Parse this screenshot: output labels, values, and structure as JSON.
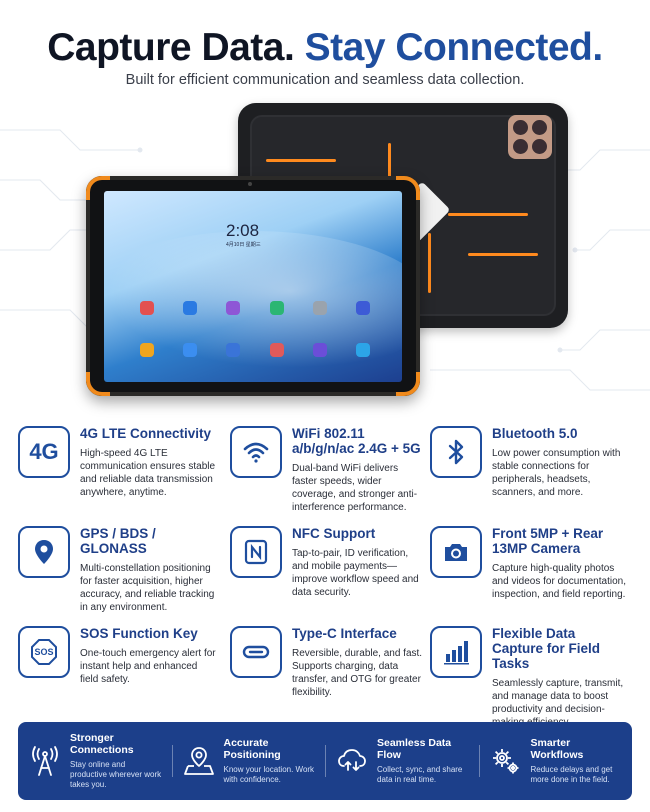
{
  "header": {
    "title_part1": "Capture Data.",
    "title_part2": "Stay Connected.",
    "subtitle": "Built for efficient communication and seamless data collection."
  },
  "screen": {
    "clock": "2:08",
    "date": "4月10日 星期三"
  },
  "colors": {
    "brand_blue": "#1f4e9e",
    "band_blue": "#1c3f8a",
    "accent_orange": "#ff8a1e"
  },
  "features": [
    {
      "title": "4G LTE Connectivity",
      "desc": "High-speed 4G LTE communication ensures stable and reliable data transmission anywhere, anytime.",
      "icon": "4g-icon",
      "icon_text": "4G"
    },
    {
      "title": "WiFi 802.11 a/b/g/n/ac 2.4G + 5G",
      "desc": "Dual-band WiFi delivers faster speeds, wider coverage, and stronger anti-interference performance.",
      "icon": "wifi-icon"
    },
    {
      "title": "Bluetooth 5.0",
      "desc": "Low power consumption with stable connections for peripherals, headsets, scanners, and more.",
      "icon": "bluetooth-icon"
    },
    {
      "title": "GPS / BDS / GLONASS",
      "desc": "Multi-constellation positioning for faster acquisition, higher accuracy, and reliable tracking in any environment.",
      "icon": "location-pin-icon"
    },
    {
      "title": "NFC Support",
      "desc": "Tap-to-pair, ID verification, and mobile payments—improve workflow speed and data security.",
      "icon": "nfc-icon"
    },
    {
      "title": "Front 5MP + Rear 13MP Camera",
      "desc": "Capture high-quality photos and videos for documentation, inspection, and field reporting.",
      "icon": "camera-icon"
    },
    {
      "title": "SOS Function Key",
      "desc": "One-touch emergency alert for instant help and enhanced field safety.",
      "icon": "sos-icon",
      "icon_text": "SOS"
    },
    {
      "title": "Type-C Interface",
      "desc": "Reversible, durable, and fast. Supports charging, data transfer, and OTG for greater flexibility.",
      "icon": "usb-c-icon"
    },
    {
      "title": "Flexible Data Capture for Field Tasks",
      "desc": "Seamlessly capture, transmit, and manage data to boost productivity and decision-making efficiency.",
      "icon": "bar-chart-icon"
    }
  ],
  "band": [
    {
      "title": "Stronger Connections",
      "desc": "Stay online and productive wherever work takes you.",
      "icon": "antenna-tower-icon"
    },
    {
      "title": "Accurate Positioning",
      "desc": "Know your location. Work with confidence.",
      "icon": "map-pin-icon"
    },
    {
      "title": "Seamless Data Flow",
      "desc": "Collect, sync, and share data in real time.",
      "icon": "cloud-sync-icon"
    },
    {
      "title": "Smarter Workflows",
      "desc": "Reduce delays and get more done in the field.",
      "icon": "gears-icon"
    }
  ]
}
